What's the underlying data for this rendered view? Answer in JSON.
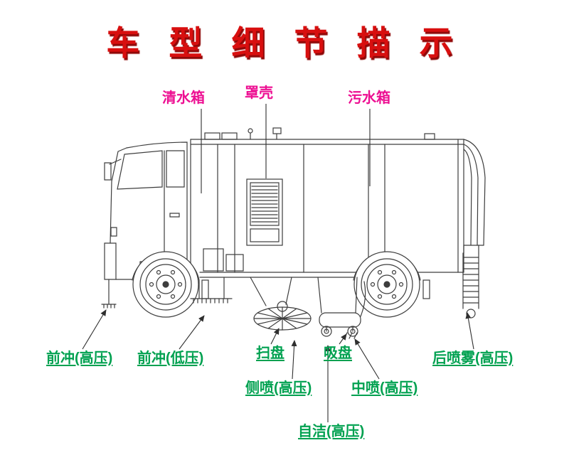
{
  "title": {
    "text": "车 型 细 节 描 示"
  },
  "colors": {
    "title": "#d80f0f",
    "title_shadow": "#8f0808",
    "top_label": "#ed0f92",
    "bottom_label": "#00a150",
    "line": "#2f2f2f",
    "drawing": "#3d3d3d"
  },
  "labels": {
    "clean_water_tank": {
      "text": "清水箱",
      "group": "top"
    },
    "cover_shell": {
      "text": "罩壳",
      "group": "top"
    },
    "sewage_tank": {
      "text": "污水箱",
      "group": "top"
    },
    "front_flush_high": {
      "text": "前冲(高压)",
      "group": "bottom"
    },
    "front_flush_low": {
      "text": "前冲(低压)",
      "group": "bottom"
    },
    "sweep_disc": {
      "text": "扫盘",
      "group": "bottom"
    },
    "suction_plate": {
      "text": "吸盘",
      "group": "bottom"
    },
    "side_spray_high": {
      "text": "侧喷(高压)",
      "group": "bottom"
    },
    "middle_spray_high": {
      "text": "中喷(高压)",
      "group": "bottom"
    },
    "rear_mist_spray_high": {
      "text": "后喷雾(高压)",
      "group": "bottom"
    },
    "self_clean_high": {
      "text": "自洁(高压)",
      "group": "bottom"
    }
  }
}
